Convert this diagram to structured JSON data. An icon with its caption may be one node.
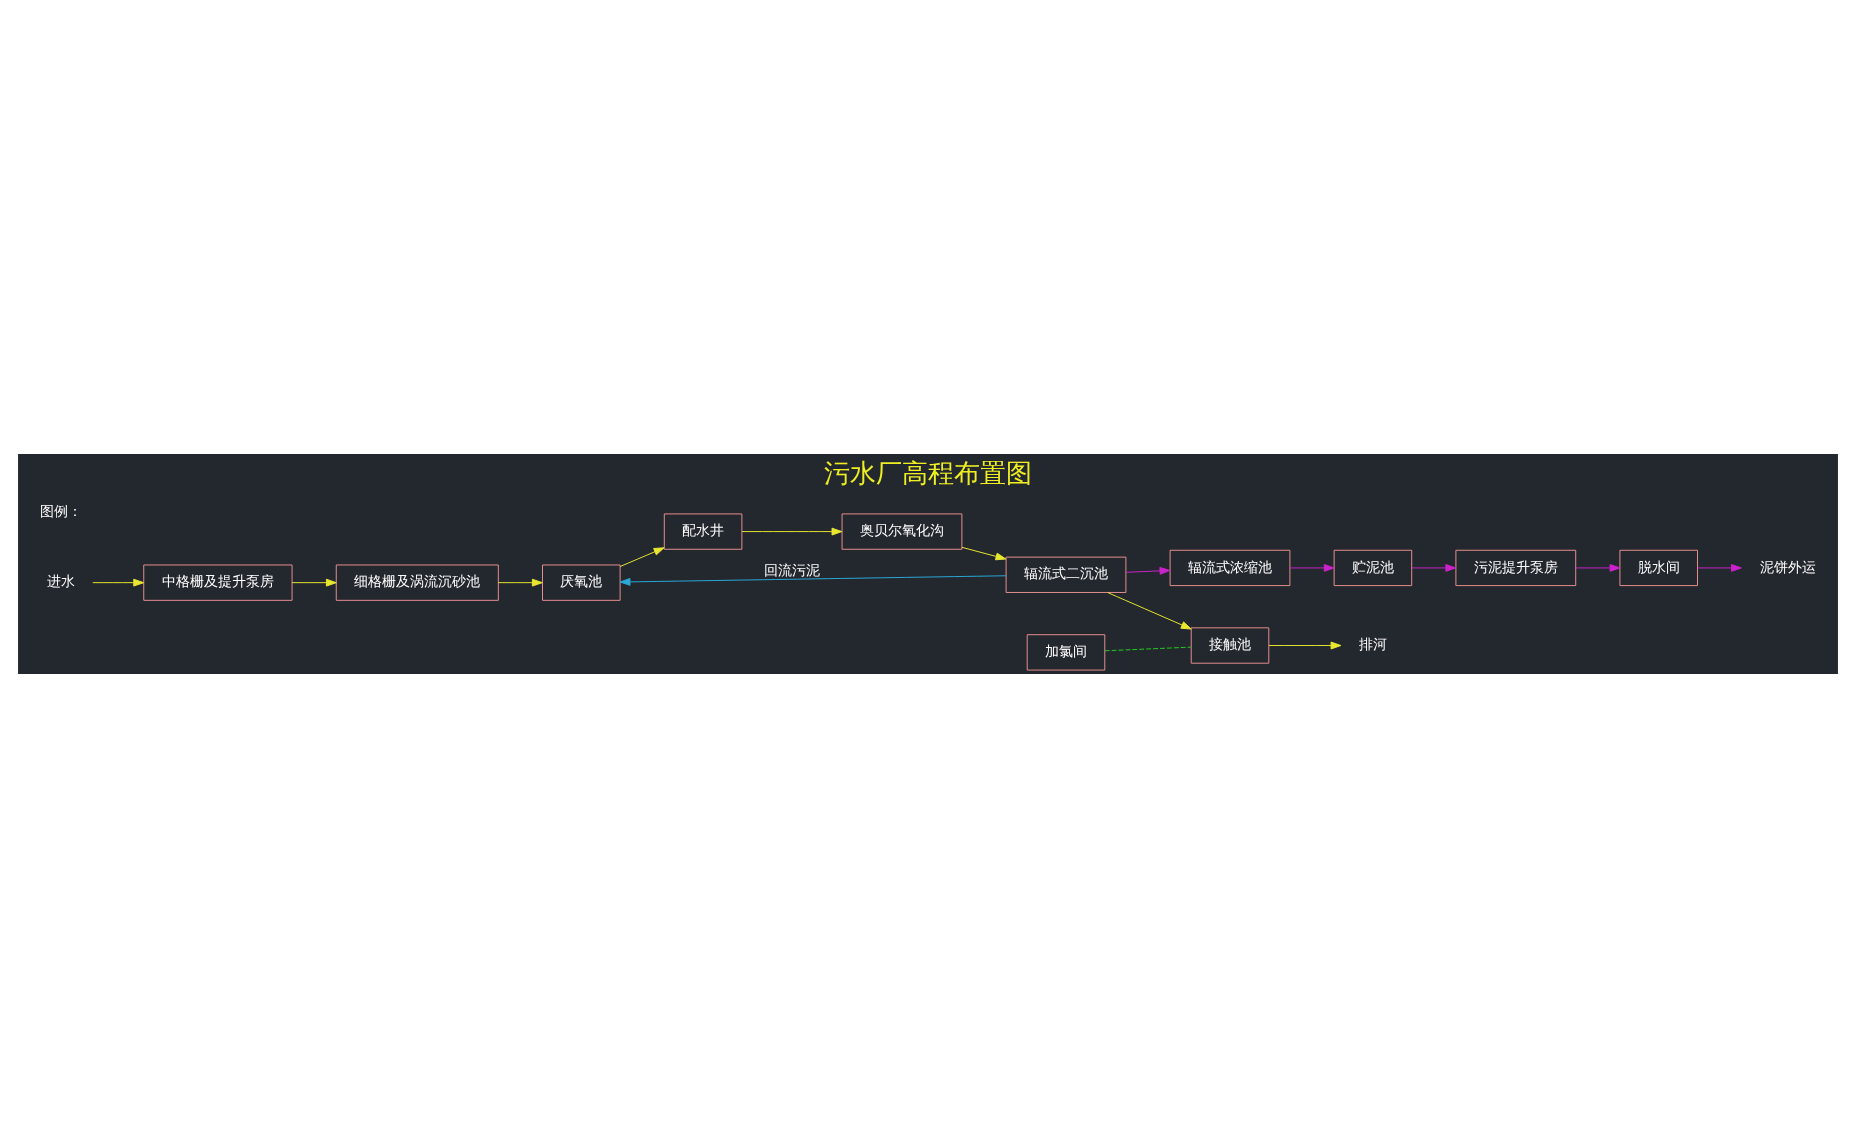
{
  "diagram": {
    "title": "污水厂高程布置图",
    "nodes": [
      {
        "text": [
          "进水"
        ]
      },
      {
        "text": [
          "中格栅及提升泵房"
        ]
      },
      {
        "text": [
          "细格栅及涡流沉砂池"
        ]
      },
      {
        "text": [
          "厌氧池"
        ]
      },
      {
        "text": [
          "配水井"
        ]
      },
      {
        "text": [
          "奥贝尔氧化沟"
        ]
      },
      {
        "text": [
          "辐流式二沉池"
        ]
      },
      {
        "text": [
          "接触池"
        ]
      },
      {
        "text": [
          "加氯间"
        ]
      },
      {
        "text": [
          "排河"
        ]
      },
      {
        "text": [
          "辐流式浓缩池"
        ]
      },
      {
        "text": [
          "贮泥池"
        ]
      },
      {
        "text": [
          "污泥提升泵房"
        ]
      },
      {
        "text": [
          "脱水间"
        ]
      },
      {
        "text": [
          "泥饼外运"
        ]
      }
    ],
    "edges": [
      {
        "from": 0,
        "to": 1,
        "arrow": "to"
      },
      {
        "from": 1,
        "to": 2,
        "arrow": "to"
      },
      {
        "from": 2,
        "to": 3,
        "arrow": "to"
      },
      {
        "from": 3,
        "to": 4,
        "arrow": "to"
      },
      {
        "from": 4,
        "to": 5,
        "arrow": "to"
      },
      {
        "from": 5,
        "to": 6,
        "arrow": "to"
      },
      {
        "from": 6,
        "to": 7,
        "arrow": "to"
      },
      {
        "from": 8,
        "to": 7,
        "arrow": "none",
        "style": "dashed",
        "color": "#22cc22"
      },
      {
        "from": 7,
        "to": 9,
        "arrow": "to"
      },
      {
        "from": 6,
        "to": 3,
        "arrow": "to",
        "label": "回流污泥",
        "color": "#2aa8d8"
      },
      {
        "from": 6,
        "to": 10,
        "arrow": "to",
        "color": "#cc22cc"
      },
      {
        "from": 10,
        "to": 11,
        "arrow": "to",
        "color": "#cc22cc"
      },
      {
        "from": 11,
        "to": 12,
        "arrow": "to",
        "color": "#cc22cc"
      },
      {
        "from": 12,
        "to": 13,
        "arrow": "to",
        "color": "#cc22cc"
      },
      {
        "from": 13,
        "to": 14,
        "arrow": "to",
        "color": "#cc22cc"
      }
    ],
    "labels": [
      "图例："
    ]
  }
}
